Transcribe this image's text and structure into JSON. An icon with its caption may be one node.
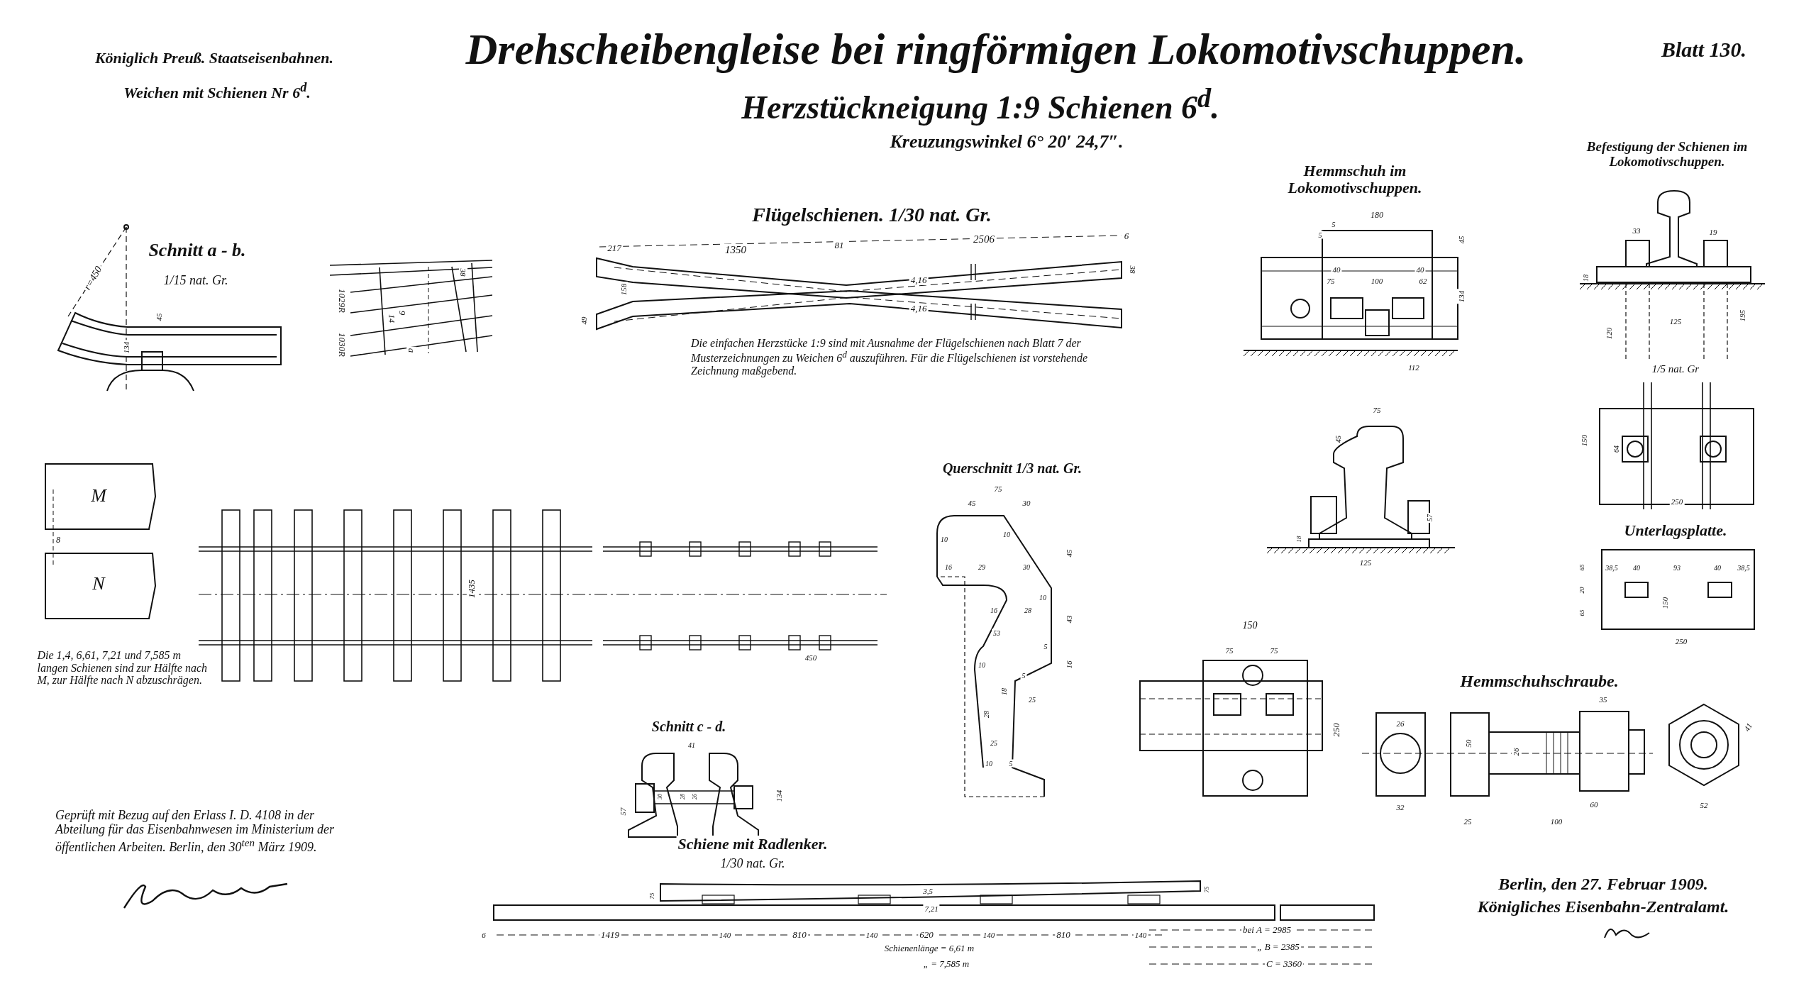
{
  "diagram": {
    "title": "Drehscheibengleise bei ringförmigen Lokomotivschuppen.",
    "labels": [
      "Königlich Preuß. Staatseisenbahnen.",
      "Weichen mit Schienen Nr 6$^{d}$.",
      "Herzstückneigung 1:9 Schienen 6$^{d}$.",
      "Kreuzungswinkel 6° 20′ 24,7″.",
      "Blatt 130.",
      "Schnitt a - b.",
      "1/15 nat. Gr.",
      "r=450",
      "45",
      "134",
      "1029R",
      "1030R",
      "38",
      "14",
      "9",
      "a",
      "Flügelschienen. 1/30 nat. Gr.",
      "217",
      "1350",
      "81",
      "2506",
      "6",
      "38",
      "158",
      "49",
      "4,16",
      "4,16",
      "Die einfachen Herzstücke 1:9 sind mit Ausnahme der Flügelschienen nach Blatt 7 der Musterzeichnungen zu Weichen 6$^{d}$ auszuführen. Für die Flügelschienen ist vorstehende Zeichnung maßgebend.",
      "Hemmschuh im Lokomotivschuppen.",
      "180",
      "5",
      "5",
      "45",
      "40",
      "40",
      "75",
      "100",
      "62",
      "134",
      "112",
      "Befestigung der Schienen im Lokomotivschuppen.",
      "33",
      "19",
      "18",
      "120",
      "125",
      "195",
      "1/5 nat. Gr",
      "150",
      "64",
      "250",
      "Unterlagsplatte.",
      "65",
      "20",
      "65",
      "38,5",
      "40",
      "93",
      "40",
      "38,5",
      "150",
      "250",
      "75",
      "45",
      "57",
      "18",
      "125",
      "Querschnitt 1/3 nat. Gr.",
      "75",
      "45",
      "30",
      "10",
      "10",
      "45",
      "16",
      "29",
      "30",
      "10",
      "16",
      "28",
      "43",
      "53",
      "5",
      "10",
      "16",
      "5",
      "18",
      "25",
      "28",
      "25",
      "10",
      "5",
      "150",
      "75",
      "75",
      "250",
      "Hemmschuhschraube.",
      "35",
      "26",
      "50",
      "26",
      "41",
      "32",
      "60",
      "52",
      "25",
      "100",
      "M",
      "N",
      "8",
      "Die 1,4, 6,61, 7,21 und 7,585 m langen Schienen sind zur Hälfte nach M, zur Hälfte nach N abzuschrägen.",
      "1435",
      "450",
      "Schnitt c - d.",
      "41",
      "30",
      "28",
      "26",
      "57",
      "134",
      "Geprüft mit Bezug auf den Erlass I. D. 4108 in der Abteilung für das Eisenbahnwesen im Ministerium der öffentlichen Arbeiten. Berlin, den 30$^{ten}$ März 1909.",
      "Schiene mit Radlenker.",
      "1/30 nat. Gr.",
      "75",
      "3,5",
      "7,21",
      "75",
      "6",
      "1419",
      "140",
      "810",
      "140",
      "620",
      "140",
      "810",
      "140",
      "bei A = 2985",
      "Schienenlänge = 6,61 m",
      "„ B = 2385",
      "„ = 7,585 m",
      "C = 3360",
      "Berlin, den 27. Februar 1909.",
      "Königliches Eisenbahn-Zentralamt."
    ]
  }
}
